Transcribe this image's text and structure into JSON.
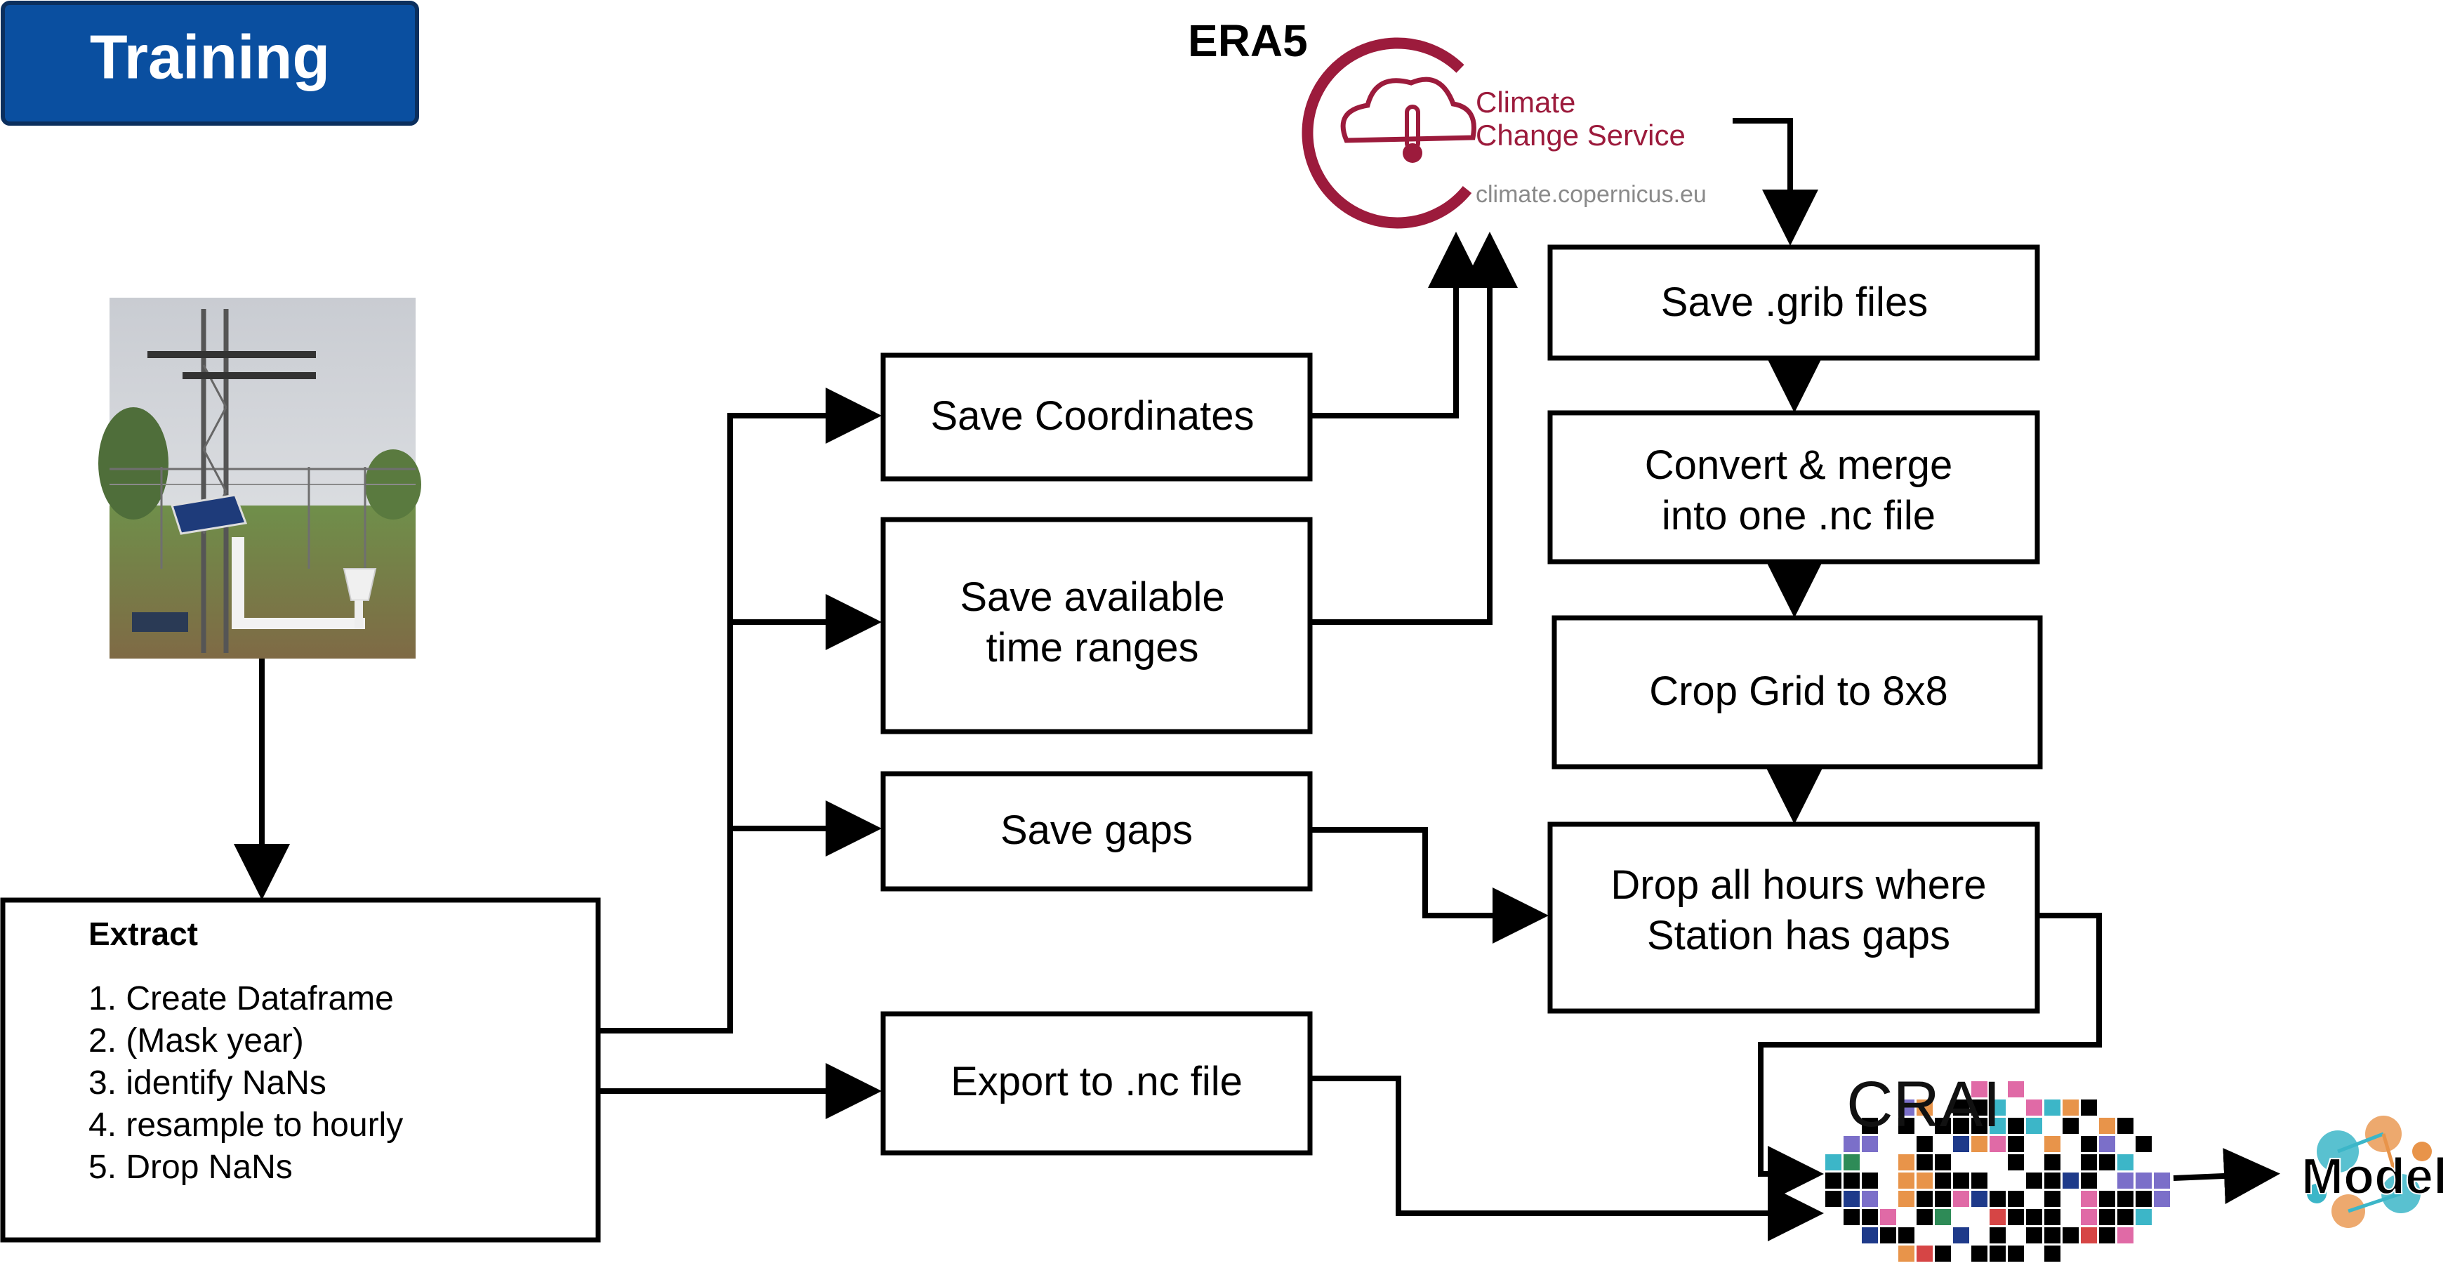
{
  "header": {
    "title": "Training"
  },
  "era5": {
    "label": "ERA5",
    "logo_line1": "Climate",
    "logo_line2": "Change Service",
    "logo_url": "climate.copernicus.eu"
  },
  "extract": {
    "title": "Extract",
    "steps": [
      "1. Create Dataframe",
      "2. (Mask year)",
      "3. identify NaNs",
      "4. resample to hourly",
      "5. Drop NaNs"
    ]
  },
  "boxes": {
    "save_coordinates": [
      "Save Coordinates"
    ],
    "save_time_ranges": [
      "Save available",
      "time ranges"
    ],
    "save_gaps": [
      "Save gaps"
    ],
    "export_nc": [
      "Export to .nc file"
    ],
    "save_grib": [
      "Save .grib files"
    ],
    "convert_merge": [
      "Convert & merge",
      "into one .nc file"
    ],
    "crop_grid": [
      "Crop Grid to 8x8"
    ],
    "drop_hours": [
      "Drop all hours where",
      "Station has gaps"
    ]
  },
  "crai": {
    "label": "CRAI"
  },
  "model": {
    "label": "Model"
  },
  "colors": {
    "header_blue": "#0a4fa0",
    "logo_red": "#9c1b3c",
    "logo_grey": "#8a8a8a",
    "stroke": "#000000",
    "pixel_colors": [
      "#e06aa6",
      "#3cb6c8",
      "#2e8b57",
      "#7b6fc9",
      "#d64545",
      "#e8944a",
      "#000000",
      "#1e3a8a"
    ]
  }
}
